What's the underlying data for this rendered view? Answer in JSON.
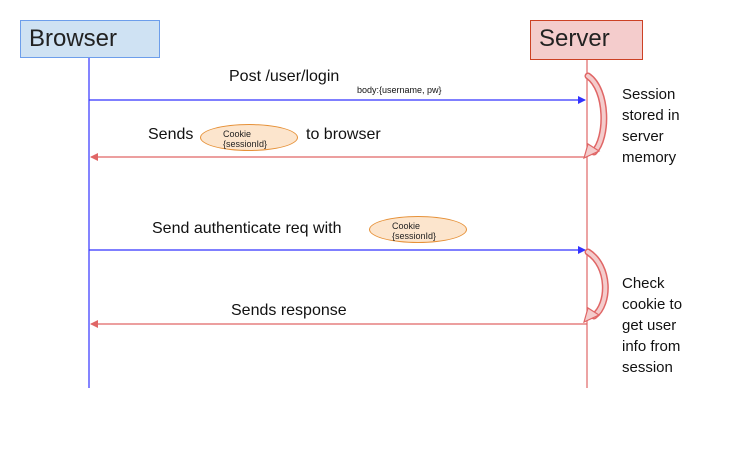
{
  "actors": {
    "browser": "Browser",
    "server": "Server"
  },
  "messages": {
    "login": "Post /user/login",
    "login_body": "body:{username, pw}",
    "sends_prefix": "Sends",
    "sends_suffix": "to browser",
    "auth_req": "Send authenticate req with",
    "response": "Sends response"
  },
  "cookie": {
    "label": "Cookie",
    "value": "{sessionId}"
  },
  "notes": {
    "session": "Session\nstored in\nserver\nmemory",
    "check": "Check\ncookie to\nget user\ninfo from\nsession"
  },
  "colors": {
    "request_arrow": "#3333ff",
    "response_arrow": "#e06666",
    "browser_fill": "#cfe2f3",
    "server_fill": "#f4cccc",
    "cookie_fill": "#fce5cd"
  }
}
